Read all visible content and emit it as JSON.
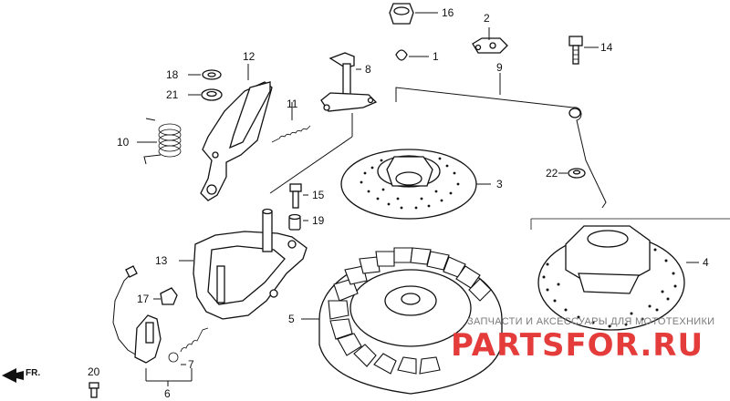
{
  "callouts": [
    {
      "id": "1",
      "label": "1"
    },
    {
      "id": "2",
      "label": "2"
    },
    {
      "id": "3",
      "label": "3"
    },
    {
      "id": "4",
      "label": "4"
    },
    {
      "id": "5",
      "label": "5"
    },
    {
      "id": "6",
      "label": "6"
    },
    {
      "id": "7",
      "label": "7"
    },
    {
      "id": "8",
      "label": "8"
    },
    {
      "id": "9",
      "label": "9"
    },
    {
      "id": "10",
      "label": "10"
    },
    {
      "id": "11",
      "label": "11"
    },
    {
      "id": "12",
      "label": "12"
    },
    {
      "id": "13",
      "label": "13"
    },
    {
      "id": "14",
      "label": "14"
    },
    {
      "id": "15",
      "label": "15"
    },
    {
      "id": "16",
      "label": "16"
    },
    {
      "id": "17",
      "label": "17"
    },
    {
      "id": "18",
      "label": "18"
    },
    {
      "id": "19",
      "label": "19"
    },
    {
      "id": "20",
      "label": "20"
    },
    {
      "id": "21",
      "label": "21"
    },
    {
      "id": "22",
      "label": "22"
    }
  ],
  "direction_marker": "FR.",
  "watermark": {
    "tagline": "ЗАПЧАСТИ И АКСЕССУАРЫ ДЛЯ МОТОТЕХНИКИ",
    "brand": "PARTSFOR.RU"
  }
}
